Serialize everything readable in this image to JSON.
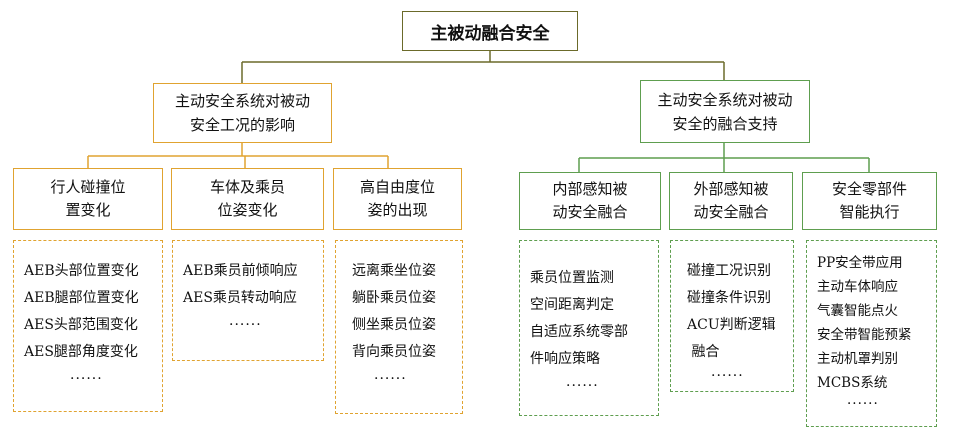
{
  "root": "主被动融合安全",
  "left": {
    "title": [
      "主动安全系统对被动",
      "安全工况的影响"
    ],
    "children": [
      {
        "title": [
          "行人碰撞位",
          "置变化"
        ],
        "items": [
          "AEB头部位置变化",
          "AEB腿部位置变化",
          "AES头部范围变化",
          "AES腿部角度变化",
          "······"
        ]
      },
      {
        "title": [
          "车体及乘员",
          "位姿变化"
        ],
        "items": [
          "AEB乘员前倾响应",
          "AES乘员转动响应",
          "······"
        ]
      },
      {
        "title": [
          "高自由度位",
          "姿的出现"
        ],
        "items": [
          "远离乘坐位姿",
          "躺卧乘员位姿",
          "侧坐乘员位姿",
          "背向乘员位姿",
          "······"
        ]
      }
    ]
  },
  "right": {
    "title": [
      "主动安全系统对被动",
      "安全的融合支持"
    ],
    "children": [
      {
        "title": [
          "内部感知被",
          "动安全融合"
        ],
        "items": [
          "乘员位置监测",
          "空间距离判定",
          "自适应系统零部",
          "件响应策略",
          "······"
        ]
      },
      {
        "title": [
          "外部感知被",
          "动安全融合"
        ],
        "items": [
          "碰撞工况识别",
          "碰撞条件识别",
          "ACU判断逻辑",
          " 融合",
          "······"
        ]
      },
      {
        "title": [
          "安全零部件",
          "智能执行"
        ],
        "items": [
          "PP安全带应用",
          "主动车体响应",
          "气囊智能点火",
          "安全带智能预紧",
          "主动机罩判别",
          "MCBS系统",
          "······"
        ]
      }
    ]
  },
  "colors": {
    "olive": "#6b6a2a",
    "orange": "#e0a330",
    "green": "#5e9e4f"
  }
}
